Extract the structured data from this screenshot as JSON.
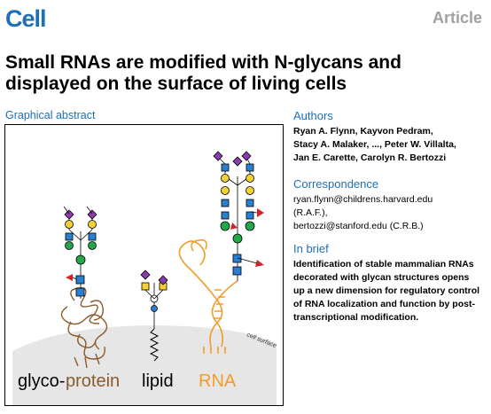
{
  "header": {
    "journal_logo": "Cell",
    "article_type": "Article"
  },
  "title_lines": [
    "Small RNAs are modified with N-glycans and",
    "displayed on the surface of living cells"
  ],
  "graphical_abstract": {
    "label": "Graphical abstract",
    "labels": {
      "glyco": "glyco-",
      "protein": "protein",
      "lipid": "lipid",
      "rna": "RNA",
      "cell_surface": "cell surface"
    },
    "colors": {
      "protein": "#8b5a2b",
      "rna": "#f39c2a",
      "membrane": "#e6e6e6",
      "hexnac": "#2a7fd0",
      "mannose": "#20a84a",
      "galactose": "#f5d033",
      "sialic": "#8a3cab",
      "fucose": "#d0232a"
    }
  },
  "authors": {
    "heading": "Authors",
    "lines": [
      "Ryan A. Flynn, Kayvon Pedram,",
      "Stacy A. Malaker, ..., Peter W. Villalta,",
      "Jan E. Carette, Carolyn R. Bertozzi"
    ]
  },
  "correspondence": {
    "heading": "Correspondence",
    "lines": [
      "ryan.flynn@childrens.harvard.edu",
      "(R.A.F.),",
      "bertozzi@stanford.edu (C.R.B.)"
    ]
  },
  "in_brief": {
    "heading": "In brief",
    "lines": [
      "Identification of stable mammalian RNAs",
      "decorated with glycan structures opens",
      "up a new dimension for regulatory control",
      "of RNA localization and function by post-",
      "transcriptional modification."
    ]
  }
}
